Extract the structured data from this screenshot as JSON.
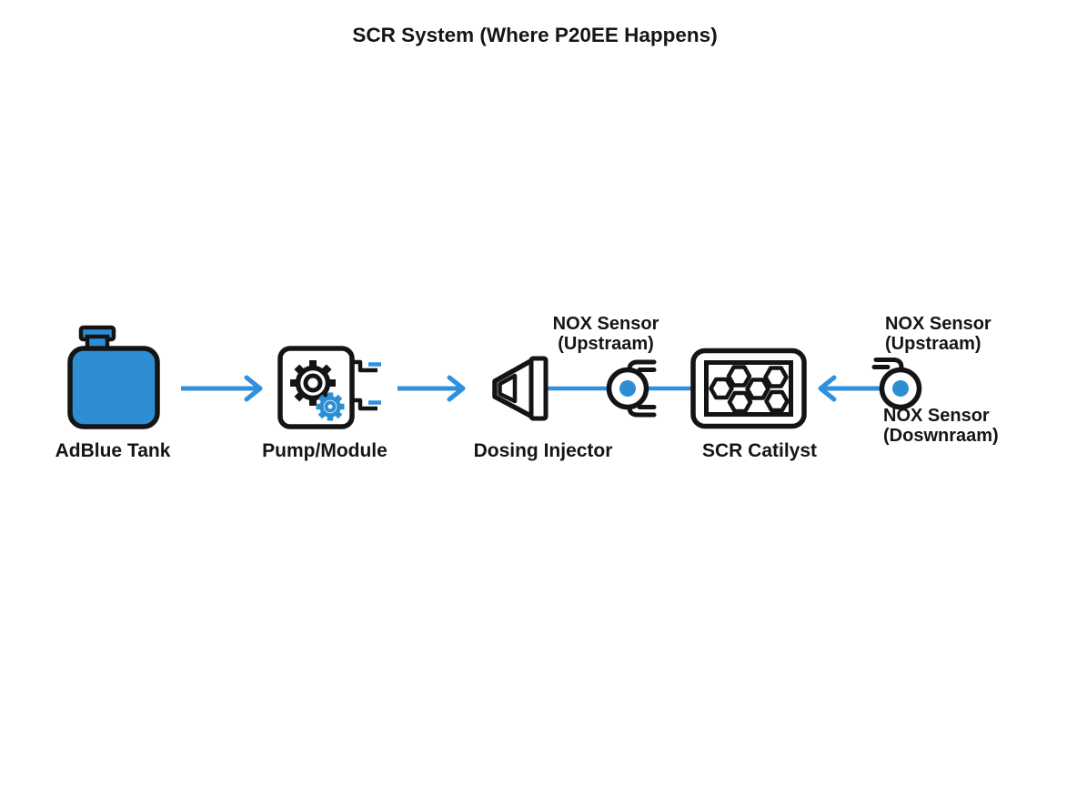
{
  "title": "SCR System (Where P20EE Happens)",
  "colors": {
    "background": "#ffffff",
    "outline": "#141414",
    "accent-blue": "#2e8ed3",
    "flow-blue": "#3190dd",
    "text": "#151515"
  },
  "labels": {
    "tank": "AdBlue Tank",
    "pump": "Pump/Module",
    "injector": "Dosing Injector",
    "catalyst": "SCR Catilyst"
  },
  "sensors": {
    "upstream": {
      "line1": "NOX Sensor",
      "line2": "(Upstraam)"
    },
    "downstream_top": {
      "line1": "NOX Sensor",
      "line2": "(Upstraam)"
    },
    "downstream_bottom": {
      "line1": "NOX Sensor",
      "line2": "(Doswnraam)"
    }
  }
}
